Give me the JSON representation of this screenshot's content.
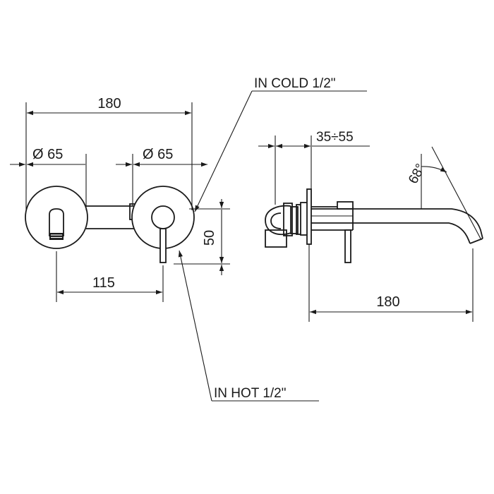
{
  "dimensions": {
    "front_total_width": "180",
    "diameter_left": "Ø 65",
    "diameter_right": "Ø 65",
    "spout_offset": "115",
    "vertical_offset": "50",
    "wall_depth": "35÷55",
    "spout_length": "180",
    "spout_angle": "68°"
  },
  "callouts": {
    "cold_inlet": "IN COLD 1/2\"",
    "hot_inlet": "IN HOT 1/2\""
  },
  "colors": {
    "line": "#1a1a1a",
    "background": "#ffffff"
  }
}
